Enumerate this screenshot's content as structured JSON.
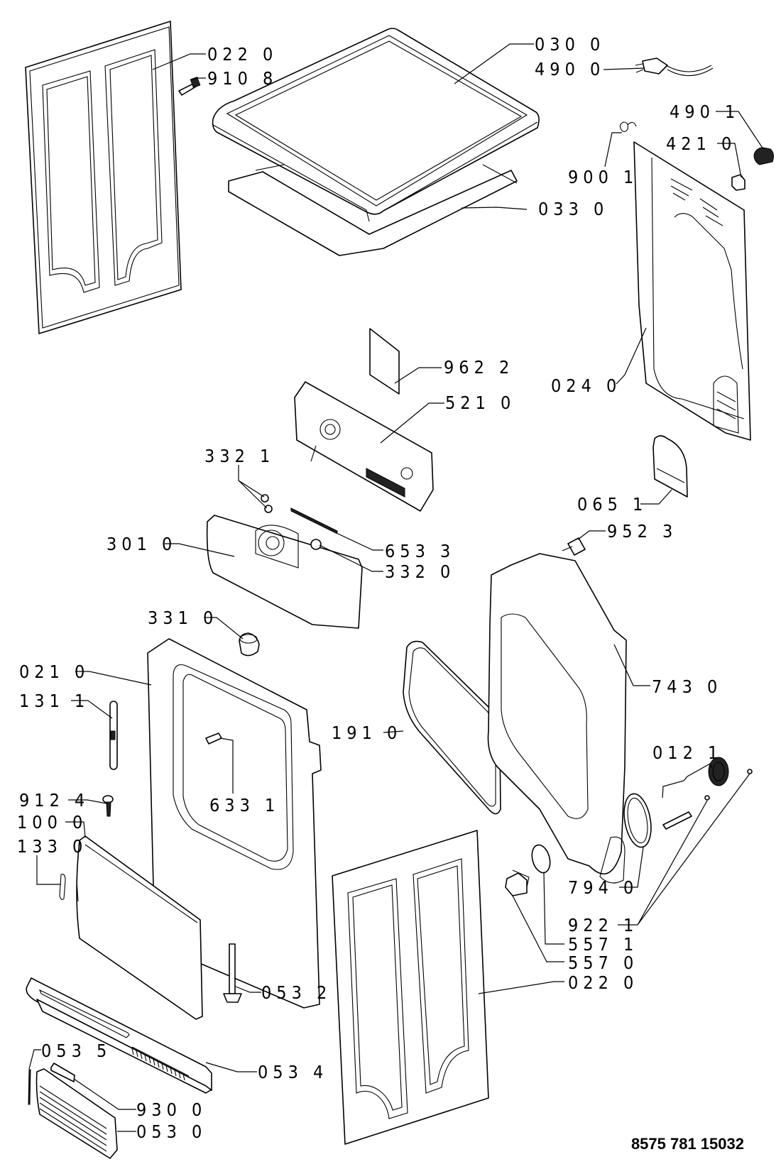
{
  "diagram": {
    "type": "exploded-parts-diagram",
    "subject": "tumble dryer cabinet",
    "document_code": "8575 781 15032",
    "callouts": [
      {
        "id": "c-022-0-top",
        "label": "022 0",
        "part": "side-panel-left"
      },
      {
        "id": "c-910-8",
        "label": "910 8",
        "part": "screw"
      },
      {
        "id": "c-030-0",
        "label": "030 0",
        "part": "top-cover"
      },
      {
        "id": "c-490-0",
        "label": "490 0",
        "part": "power-cord"
      },
      {
        "id": "c-490-1",
        "label": "490 1",
        "part": "cord-clamp"
      },
      {
        "id": "c-421-0",
        "label": "421 0",
        "part": "small-block"
      },
      {
        "id": "c-900-1",
        "label": "900 1",
        "part": "clip"
      },
      {
        "id": "c-033-0",
        "label": "033 0",
        "part": "top-plate"
      },
      {
        "id": "c-962-2",
        "label": "962 2",
        "part": "label-sheet"
      },
      {
        "id": "c-024-0",
        "label": "024 0",
        "part": "rear-panel"
      },
      {
        "id": "c-521-0",
        "label": "521 0",
        "part": "control-board"
      },
      {
        "id": "c-332-1",
        "label": "332 1",
        "part": "push-buttons"
      },
      {
        "id": "c-065-1",
        "label": "065 1",
        "part": "rear-cover-plate"
      },
      {
        "id": "c-952-3",
        "label": "952 3",
        "part": "foot"
      },
      {
        "id": "c-301-0",
        "label": "301 0",
        "part": "control-panel-fascia"
      },
      {
        "id": "c-653-3",
        "label": "653 3",
        "part": "led-strip"
      },
      {
        "id": "c-332-0",
        "label": "332 0",
        "part": "button"
      },
      {
        "id": "c-331-0",
        "label": "331 0",
        "part": "knob"
      },
      {
        "id": "c-021-0",
        "label": "021 0",
        "part": "front-panel"
      },
      {
        "id": "c-131-1",
        "label": "131 1",
        "part": "door-catch"
      },
      {
        "id": "c-743-0",
        "label": "743 0",
        "part": "front-bulkhead"
      },
      {
        "id": "c-191-0",
        "label": "191 0",
        "part": "door-seal"
      },
      {
        "id": "c-633-1",
        "label": "633 1",
        "part": "door-switch-pin"
      },
      {
        "id": "c-012-1",
        "label": "012 1",
        "part": "bearing-kit"
      },
      {
        "id": "c-912-4",
        "label": "912 4",
        "part": "screw"
      },
      {
        "id": "c-100-0",
        "label": "100 0",
        "part": "kickplate-door"
      },
      {
        "id": "c-133-0",
        "label": "133 0",
        "part": "hinge"
      },
      {
        "id": "c-794-0",
        "label": "794 0",
        "part": "seal-ring"
      },
      {
        "id": "c-922-1",
        "label": "922 1",
        "part": "fixings"
      },
      {
        "id": "c-557-1",
        "label": "557 1",
        "part": "o-ring"
      },
      {
        "id": "c-557-0",
        "label": "557 0",
        "part": "thermostat"
      },
      {
        "id": "c-053-2",
        "label": "053 2",
        "part": "hinge-pin"
      },
      {
        "id": "c-022-0-bottom",
        "label": "022 0",
        "part": "side-panel-right"
      },
      {
        "id": "c-053-5",
        "label": "053 5",
        "part": "spring"
      },
      {
        "id": "c-053-4",
        "label": "053 4",
        "part": "plinth"
      },
      {
        "id": "c-930-0",
        "label": "930 0",
        "part": "grille-insert"
      },
      {
        "id": "c-053-0",
        "label": "053 0",
        "part": "grille"
      }
    ]
  }
}
